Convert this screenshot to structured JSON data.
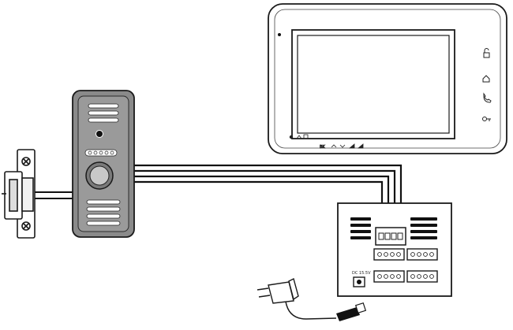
{
  "colors": {
    "stroke": "#1a1a1a",
    "panel_gray": "#8a8a8a",
    "wire": "#111111",
    "background": "#ffffff"
  },
  "monitor": {
    "bottom_labels": [
      "BK"
    ],
    "side_icons": [
      "unlock-icon",
      "monitor-icon",
      "phone-handset-icon",
      "door-key-icon"
    ],
    "bottom_icons": [
      "power-led",
      "home-icon",
      "menu-icon",
      "up-icon",
      "down-icon",
      "volume-up-icon",
      "volume-down-icon"
    ]
  },
  "power_box": {
    "dc_label": "DC 15.5V"
  }
}
